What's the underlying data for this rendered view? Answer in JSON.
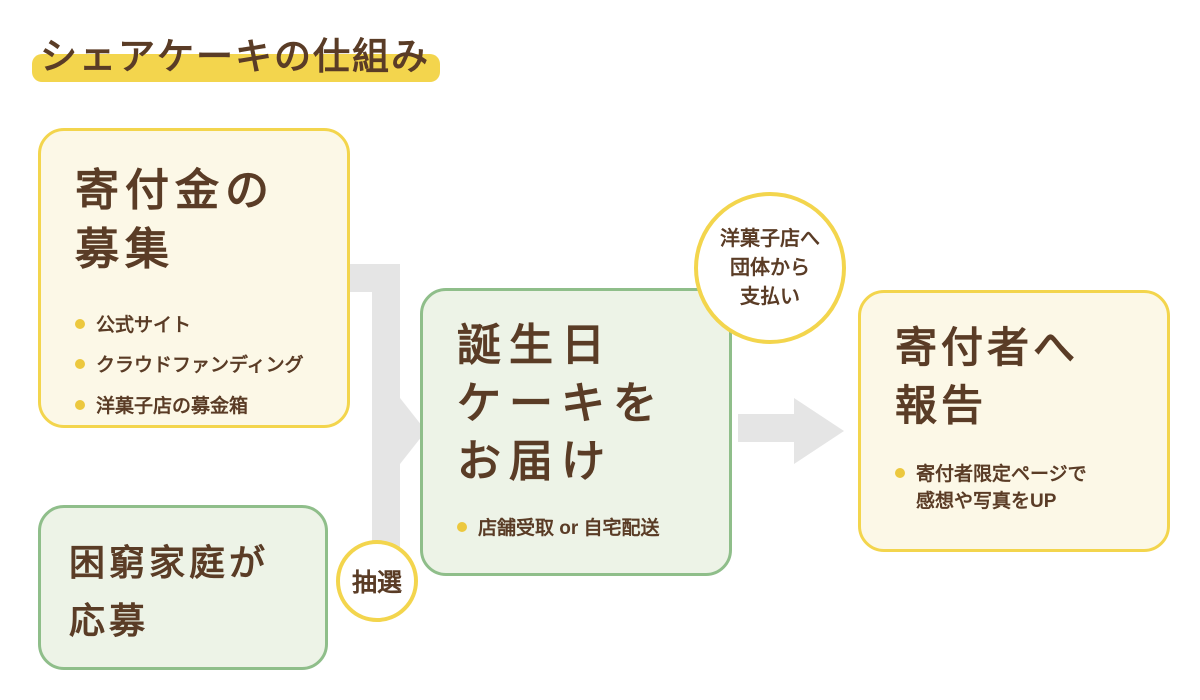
{
  "title": "シェアケーキの仕組み",
  "colors": {
    "brown": "#5a3c26",
    "yellow": "#f3d54d",
    "cream": "#fcf8e7",
    "green": "#8fbe8a",
    "lgreen": "#edf3e7",
    "gray": "#e5e5e5",
    "dot": "#ecc83e"
  },
  "flow": {
    "donation": {
      "title": "寄付金の\n募集",
      "items": [
        "公式サイト",
        "クラウドファンディング",
        "洋菓子店の募金箱"
      ]
    },
    "family": {
      "title": "困窮家庭が\n応募"
    },
    "lottery": {
      "label": "抽選"
    },
    "cake": {
      "title": "誕生日\nケーキを\nお届け",
      "items": [
        "店舗受取 or 自宅配送"
      ]
    },
    "payment_note": {
      "label": "洋菓子店へ\n団体から\n支払い"
    },
    "report": {
      "title": "寄付者へ\n報告",
      "items": [
        "寄付者限定ページで\n感想や写真をUP"
      ]
    }
  }
}
